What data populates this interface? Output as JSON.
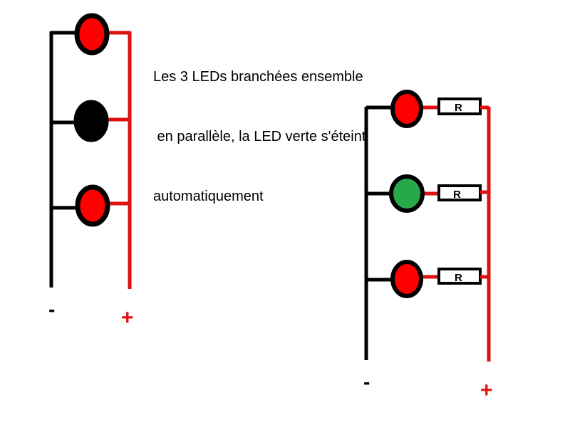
{
  "caption": {
    "line1": "Les 3 LEDs branchées ensemble",
    "line2": " en parallèle, la LED verte s'éteint",
    "line3": "automatiquement"
  },
  "left_circuit": {
    "leds": [
      {
        "color": "#ff0000"
      },
      {
        "color": "#000000"
      },
      {
        "color": "#ff0000"
      }
    ],
    "minus_label": "-",
    "plus_label": "+"
  },
  "right_circuit": {
    "leds": [
      {
        "color": "#ff0000",
        "resistor_label": "R"
      },
      {
        "color": "#27a94a",
        "resistor_label": "R"
      },
      {
        "color": "#ff0000",
        "resistor_label": "R"
      }
    ],
    "minus_label": "-",
    "plus_label": "+"
  },
  "colors": {
    "negative_wire": "#000000",
    "positive_wire": "#e01010"
  }
}
